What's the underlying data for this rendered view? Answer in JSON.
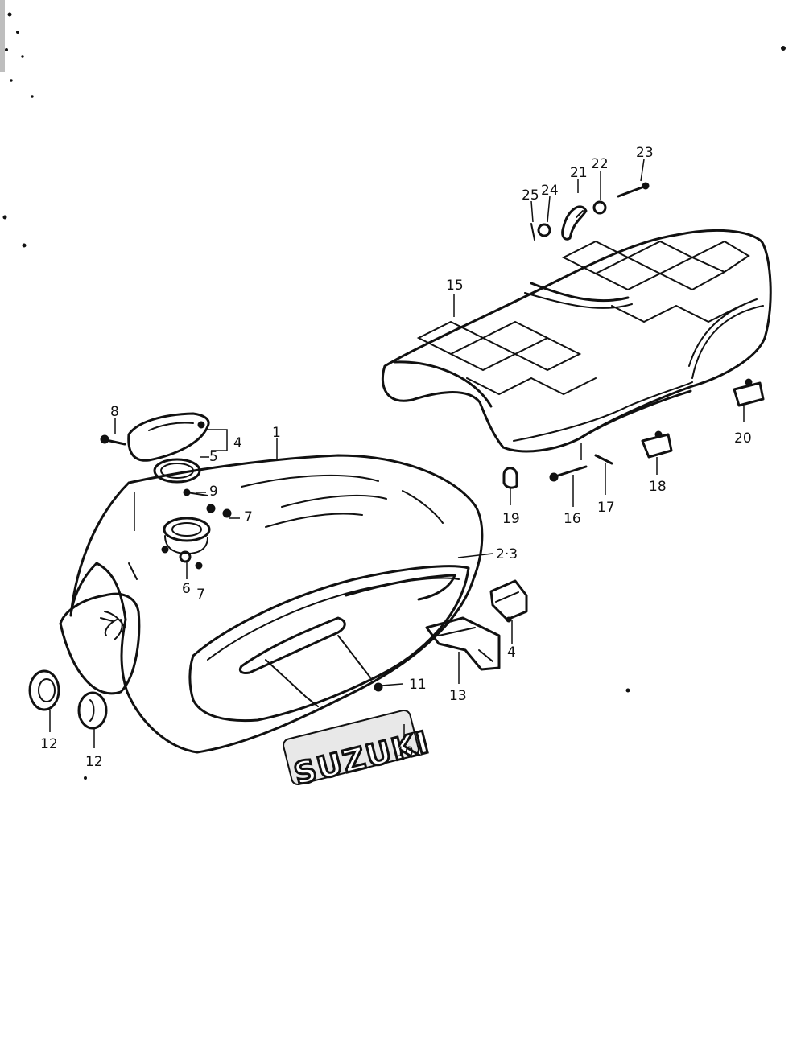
{
  "diagram": {
    "brand_text": "SUZUKI",
    "callouts": [
      {
        "id": "c1",
        "label": "1"
      },
      {
        "id": "c23",
        "label": "2·3"
      },
      {
        "id": "c4a",
        "label": "4"
      },
      {
        "id": "c4b",
        "label": "4"
      },
      {
        "id": "c5",
        "label": "5"
      },
      {
        "id": "c6",
        "label": "6"
      },
      {
        "id": "c7a",
        "label": "7"
      },
      {
        "id": "c7b",
        "label": "7"
      },
      {
        "id": "c8",
        "label": "8"
      },
      {
        "id": "c9",
        "label": "9"
      },
      {
        "id": "c10",
        "label": "10"
      },
      {
        "id": "c11",
        "label": "11"
      },
      {
        "id": "c12a",
        "label": "12"
      },
      {
        "id": "c12b",
        "label": "12"
      },
      {
        "id": "c13",
        "label": "13"
      },
      {
        "id": "c15",
        "label": "15"
      },
      {
        "id": "c16",
        "label": "16"
      },
      {
        "id": "c17",
        "label": "17"
      },
      {
        "id": "c18",
        "label": "18"
      },
      {
        "id": "c19",
        "label": "19"
      },
      {
        "id": "c20",
        "label": "20"
      },
      {
        "id": "c21",
        "label": "21"
      },
      {
        "id": "c22",
        "label": "22"
      },
      {
        "id": "c23b",
        "label": "23"
      },
      {
        "id": "c24",
        "label": "24"
      },
      {
        "id": "c25",
        "label": "25"
      }
    ]
  }
}
